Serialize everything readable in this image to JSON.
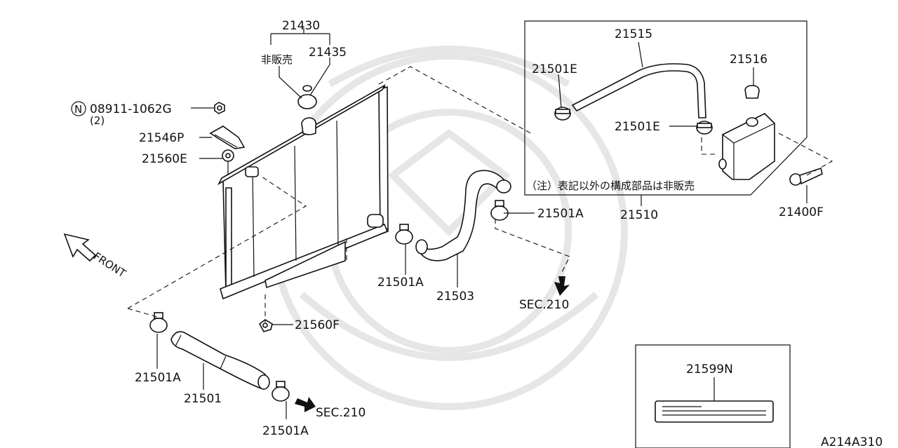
{
  "labels": {
    "p21430": "21430",
    "not_for_sale": "非販売",
    "p21435": "21435",
    "nut_n": "N",
    "p08911": "08911-1062G",
    "qty2": "(2)",
    "p21546P": "21546P",
    "p21560E": "21560E",
    "front": "FRONT",
    "p21501A_lower_left": "21501A",
    "p21501": "21501",
    "p21501A_bottom": "21501A",
    "sec210_bottom": "SEC.210",
    "p21560F": "21560F",
    "p21501A_mid": "21501A",
    "p21503": "21503",
    "sec210_right": "SEC.210",
    "p21501A_right": "21501A",
    "p21515": "21515",
    "p21501E_top": "21501E",
    "p21516": "21516",
    "p21501E_mid": "21501E",
    "note": "（注）表記以外の構成部品は非販売",
    "p21510": "21510",
    "p21400F": "21400F",
    "p21599N": "21599N",
    "diagram_code": "A214A310"
  },
  "colors": {
    "ink": "#111111",
    "watermark": "#e6e6e6",
    "background": "#ffffff"
  }
}
